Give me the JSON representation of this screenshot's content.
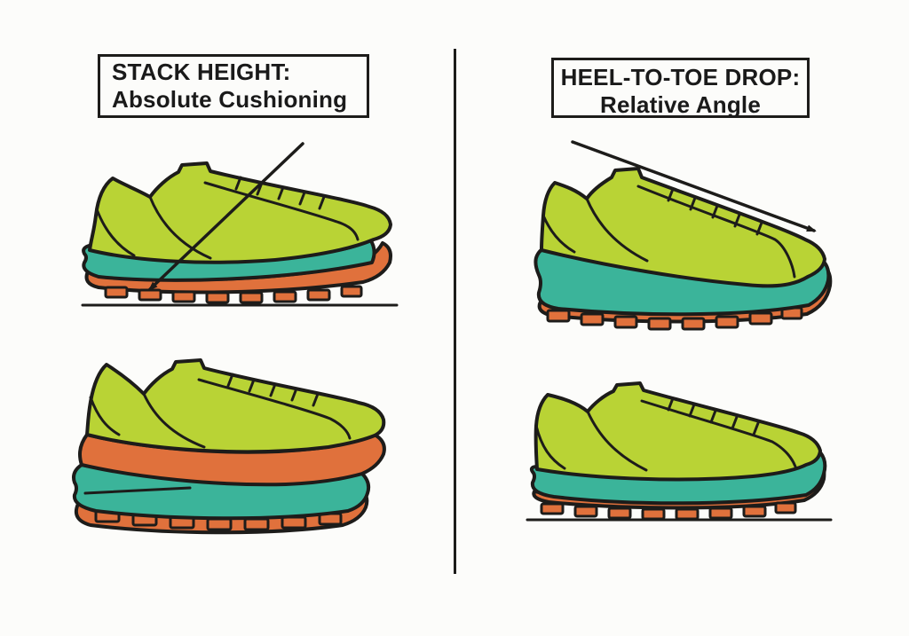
{
  "colors": {
    "background": "#fcfcfa",
    "outline": "#1d1c1a",
    "upper": "#b9d335",
    "midsole": "#3bb49a",
    "outsole": "#e0713c",
    "title_text": "#1a1a1a"
  },
  "panels": {
    "left": {
      "title_line1": "STACK HEIGHT:",
      "title_line2": "Absolute Cushioning",
      "illustrations": [
        "moderate-stack-shoe-with-arrow-pointing-to-sole",
        "maximal-stack-shoe-with-thick-midsole"
      ]
    },
    "right": {
      "title_line1": "HEEL-TO-TOE DROP:",
      "title_line2": "Relative Angle",
      "illustrations": [
        "high-drop-shoe-with-sloped-arrow",
        "low-drop-shoe-on-ground-line"
      ]
    }
  }
}
